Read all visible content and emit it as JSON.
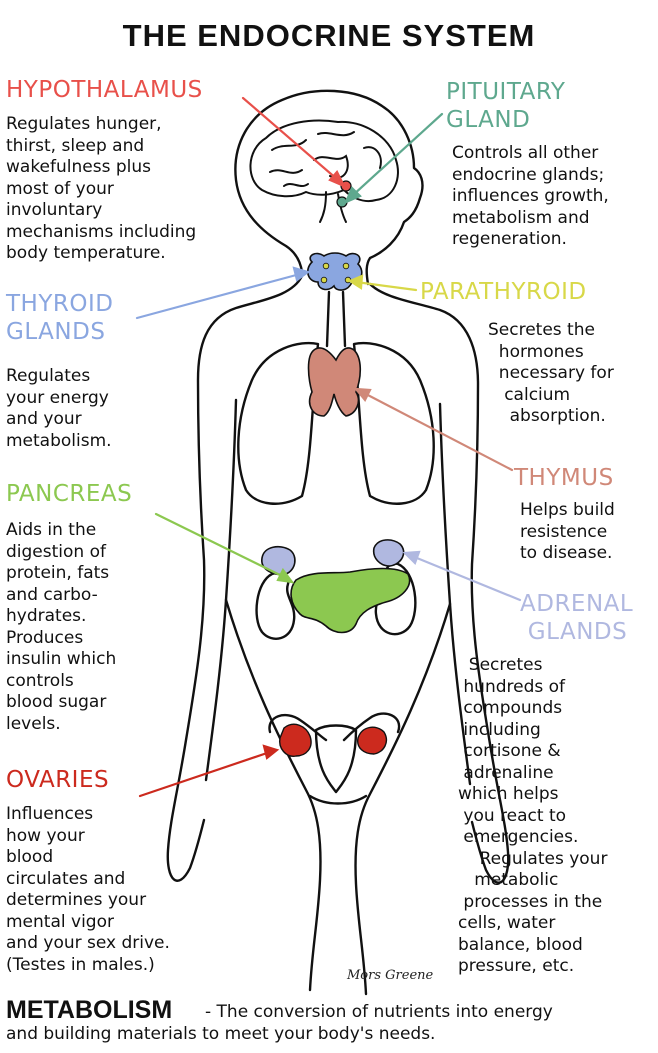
{
  "title": "THE ENDOCRINE SYSTEM",
  "colors": {
    "hypothalamus": "#e8504a",
    "pituitary": "#5ea88e",
    "thyroid": "#8aa6e0",
    "parathyroid": "#d8d848",
    "thymus": "#d08878",
    "pancreas": "#8cc850",
    "adrenal": "#b0b8e0",
    "ovaries": "#cc2a1e",
    "outline": "#111111"
  },
  "glands": {
    "hypothalamus": {
      "name": "HYPOTHALAMUS",
      "description": "Regulates hunger,\nthirst, sleep and\nwakefulness plus\nmost of your\ninvoluntary\nmechanisms including\nbody temperature."
    },
    "pituitary": {
      "name": "PITUITARY\nGLAND",
      "description": "Controls all other\nendocrine glands;\ninfluences growth,\nmetabolism and\nregeneration."
    },
    "thyroid": {
      "name": "THYROID\nGLANDS",
      "description": "Regulates\nyour energy\nand your\nmetabolism."
    },
    "parathyroid": {
      "name": "PARATHYROID",
      "description": "Secretes the\n  hormones\n  necessary for\n   calcium\n    absorption."
    },
    "thymus": {
      "name": "THYMUS",
      "description": "Helps build\nresistence\nto disease."
    },
    "pancreas": {
      "name": "PANCREAS",
      "description": "Aids in the\ndigestion of\nprotein, fats\nand carbo-\nhydrates.\nProduces\ninsulin which\ncontrols\nblood sugar\nlevels."
    },
    "adrenal": {
      "name": "ADRENAL\n GLANDS",
      "description": "  Secretes\n hundreds of\n compounds\n including\n cortisone &\n adrenaline\nwhich helps\n you react to\n emergencies.\n    Regulates your\n   metabolic\n processes in the\ncells, water\nbalance, blood\npressure, etc."
    },
    "ovaries": {
      "name": "OVARIES",
      "description": "Influences\nhow your\nblood\ncirculates and\ndetermines your\nmental vigor\nand your sex drive.\n(Testes in males.)"
    }
  },
  "signature": "Mors Greene",
  "metabolism": {
    "term": "METABOLISM",
    "definition_line1": "- The conversion of nutrients into energy",
    "definition_line2": "and building materials to meet your body's needs."
  }
}
